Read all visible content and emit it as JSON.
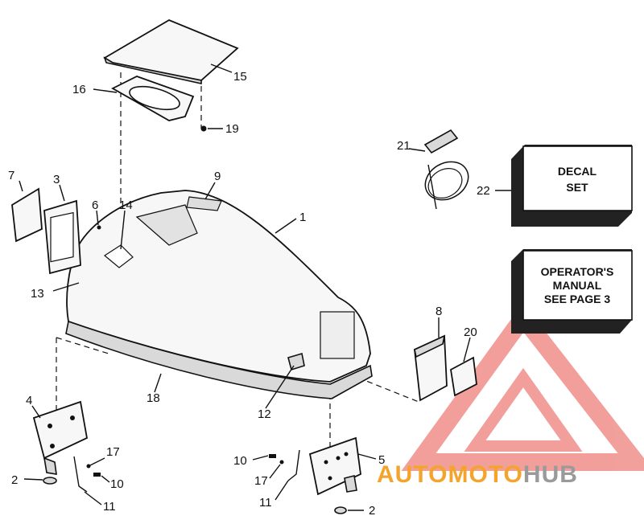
{
  "callouts": {
    "c1": "1",
    "c2a": "2",
    "c2b": "2",
    "c3": "3",
    "c4": "4",
    "c5": "5",
    "c6": "6",
    "c7": "7",
    "c8": "8",
    "c9": "9",
    "c10a": "10",
    "c10b": "10",
    "c11a": "11",
    "c11b": "11",
    "c12": "12",
    "c13": "13",
    "c14": "14",
    "c15": "15",
    "c16": "16",
    "c17a": "17",
    "c17b": "17",
    "c18": "18",
    "c19": "19",
    "c20": "20",
    "c21": "21",
    "c22": "22"
  },
  "decal_box": {
    "line1": "DECAL",
    "line2": "SET"
  },
  "manual_box": {
    "line1": "OPERATOR'S",
    "line2": "MANUAL",
    "line3": "SEE PAGE 3"
  },
  "watermark": {
    "part1": "AUTO",
    "part2": "MOTO",
    "part3": "HUB"
  },
  "colors": {
    "watermark_red": "#e8524a",
    "watermark_orange": "#f4a42c",
    "watermark_gray": "#9a9a9a"
  }
}
